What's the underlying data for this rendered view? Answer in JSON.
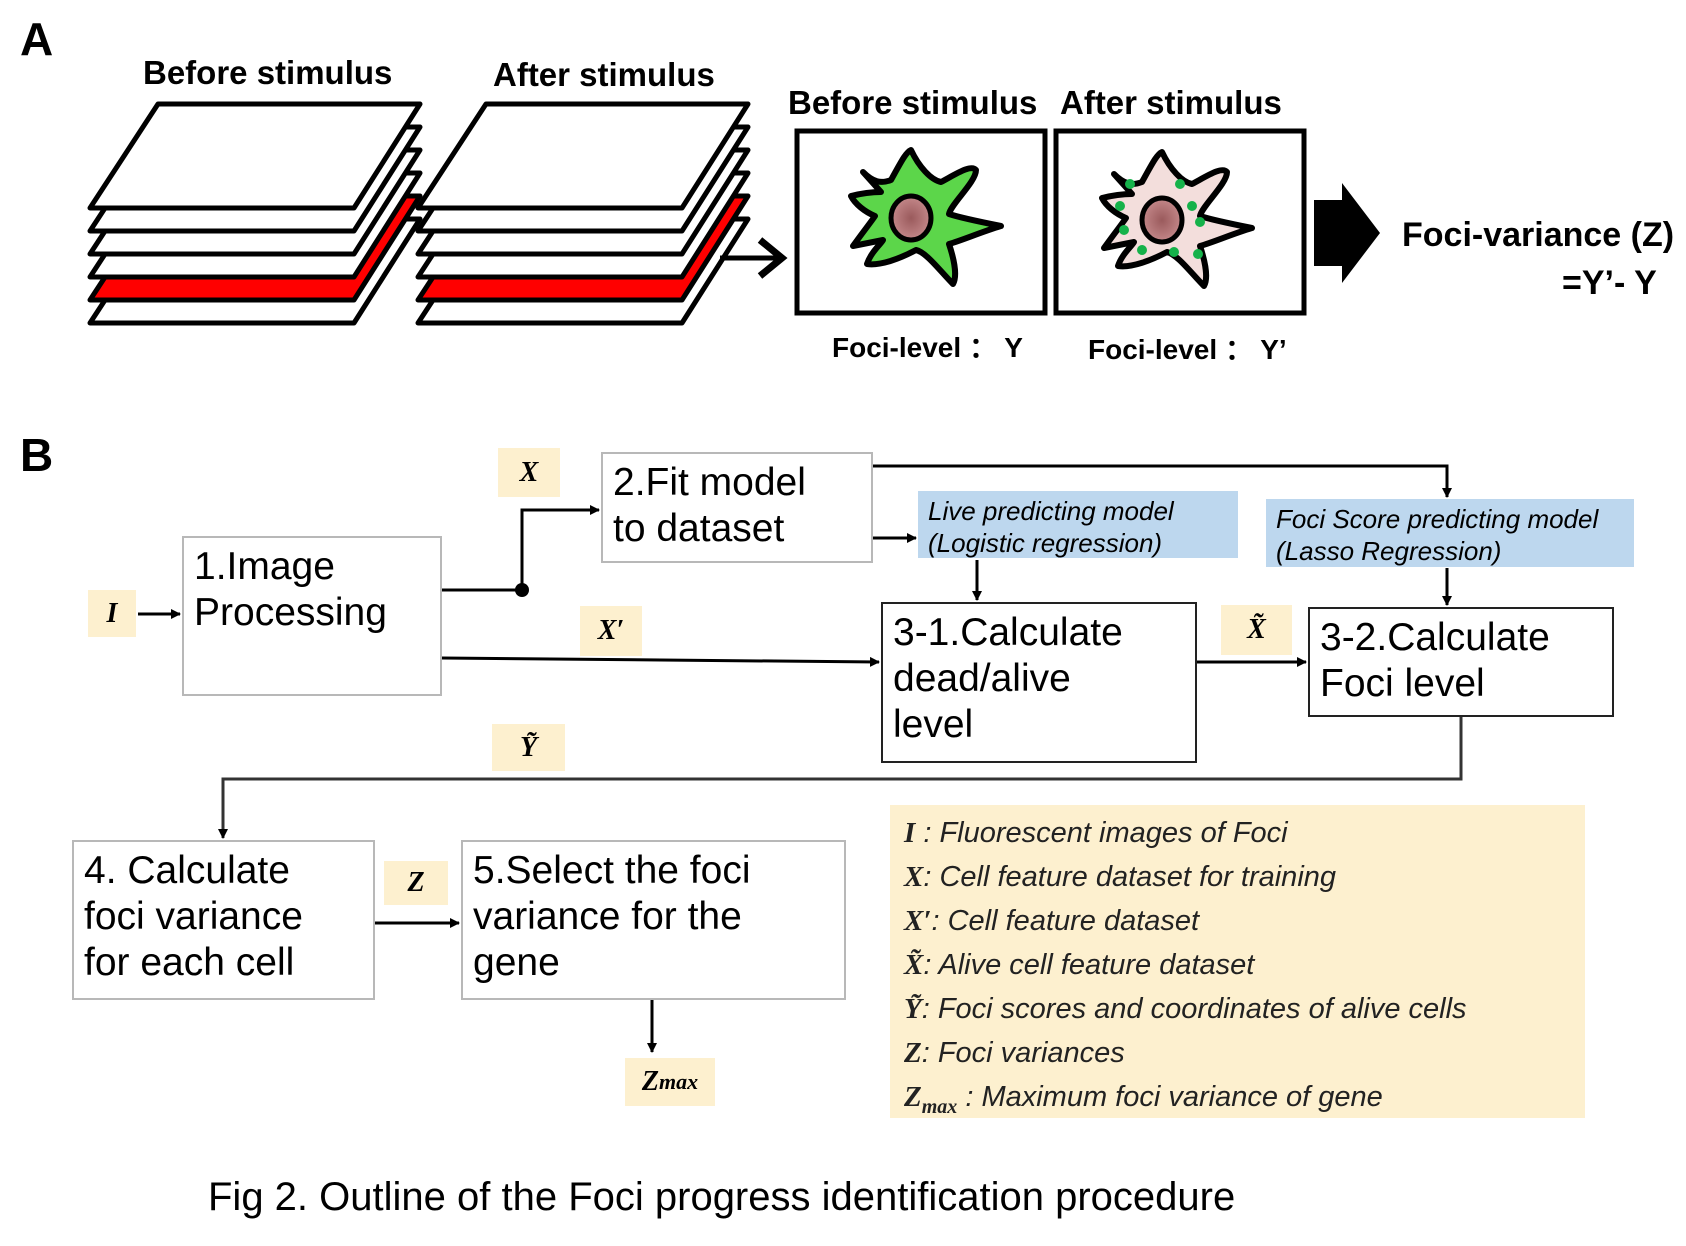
{
  "panel_a": {
    "letter": "A",
    "stack_before_label": "Before stimulus",
    "stack_after_label": "After stimulus",
    "box_before_label": "Before stimulus",
    "box_after_label": "After stimulus",
    "foci_level_before": "Foci-level ： Y",
    "foci_level_after": "Foci-level ： Y’",
    "result_line1": "Foci-variance (Z)",
    "result_line2": "=Y’- Y",
    "colors": {
      "highlight_plate": "#ff0000",
      "cell_before_fill": "#5cd64a",
      "cell_after_fill": "#f3dedc",
      "nucleus": "#b7716f",
      "foci_dot": "#15b24a"
    }
  },
  "panel_b": {
    "letter": "B",
    "boxes": {
      "image_processing": "1.Image\nProcessing",
      "fit_model": "2.Fit model\nto dataset",
      "calc_dead_alive": "3-1.Calculate\ndead/alive\nlevel",
      "calc_foci_level": "3-2.Calculate\nFoci level",
      "calc_foci_variance": "4. Calculate\nfoci variance\nfor each cell",
      "select_foci_variance": "5.Select the foci\nvariance  for the\ngene"
    },
    "models": {
      "live_line1": "Live predicting model",
      "live_line2": "(Logistic regression)",
      "foci_line1": "Foci Score predicting model",
      "foci_line2": "(Lasso Regression)"
    },
    "tags": {
      "I": "I",
      "X": "X",
      "X_prime": "X′",
      "X_tilde": "X̃",
      "Y_tilde": "Ỹ",
      "Z": "Z",
      "Z_max_base": "Z",
      "Z_max_sub": "max"
    },
    "legend": [
      {
        "symbol": "I",
        "sub": "",
        "text": " : Fluorescent images of Foci"
      },
      {
        "symbol": "X",
        "sub": "",
        "text": ": Cell feature dataset for training"
      },
      {
        "symbol": "X′",
        "sub": "",
        "text": ": Cell feature dataset"
      },
      {
        "symbol": "X̃",
        "sub": "",
        "text": ": Alive cell feature dataset"
      },
      {
        "symbol": "Ỹ",
        "sub": "",
        "text": ": Foci scores and coordinates of alive cells"
      },
      {
        "symbol": "Z",
        "sub": "",
        "text": ": Foci variances"
      },
      {
        "symbol": "Z",
        "sub": "max",
        "text": " : Maximum foci variance of gene"
      }
    ],
    "colors": {
      "tag_bg": "#fdf0cf",
      "model_bg": "#bdd7ee"
    }
  },
  "caption": "Fig 2. Outline of the Foci progress identification procedure"
}
